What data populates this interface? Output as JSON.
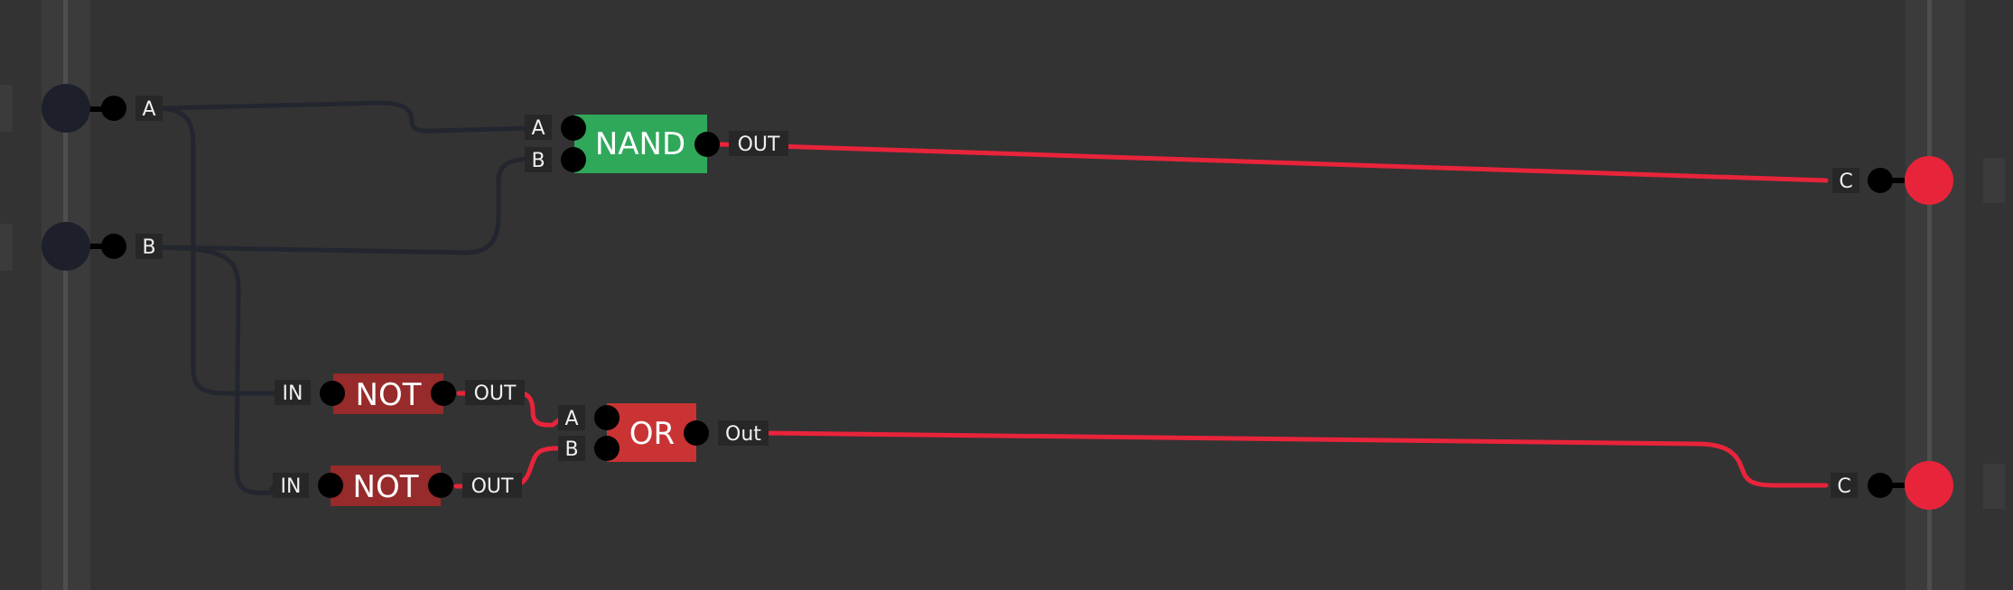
{
  "colors": {
    "background": "#333333",
    "rail": "#3b3b3b",
    "rail_line": "#4e4e4e",
    "wire_off": "#23262f",
    "wire_on": "#e8243b",
    "label_bg": "#272727",
    "nand_gate": "#2fa85a",
    "not_gate": "#972a2a",
    "or_gate": "#c93333",
    "input_off": "#1d202a",
    "output_on": "#e8243b",
    "pin": "#000000"
  },
  "inputs": [
    {
      "id": "input-a",
      "label": "A",
      "state": false
    },
    {
      "id": "input-b",
      "label": "B",
      "state": false
    }
  ],
  "outputs": [
    {
      "id": "output-1",
      "label": "C",
      "state": true
    },
    {
      "id": "output-2",
      "label": "C",
      "state": true
    }
  ],
  "gates": [
    {
      "id": "nand",
      "type": "NAND",
      "title": "NAND",
      "inputs": [
        "A",
        "B"
      ],
      "output": "OUT"
    },
    {
      "id": "not1",
      "type": "NOT",
      "title": "NOT",
      "inputs": [
        "IN"
      ],
      "output": "OUT"
    },
    {
      "id": "not2",
      "type": "NOT",
      "title": "NOT",
      "inputs": [
        "IN"
      ],
      "output": "OUT"
    },
    {
      "id": "or",
      "type": "OR",
      "title": "OR",
      "inputs": [
        "A",
        "B"
      ],
      "output": "Out"
    }
  ],
  "wires": [
    {
      "from": "input-a",
      "to": "nand.A",
      "state": false
    },
    {
      "from": "input-b",
      "to": "nand.B",
      "state": false
    },
    {
      "from": "input-a",
      "to": "not1.IN",
      "state": false
    },
    {
      "from": "input-b",
      "to": "not2.IN",
      "state": false
    },
    {
      "from": "nand.OUT",
      "to": "output-1",
      "state": true
    },
    {
      "from": "not1.OUT",
      "to": "or.A",
      "state": true
    },
    {
      "from": "not2.OUT",
      "to": "or.B",
      "state": true
    },
    {
      "from": "or.Out",
      "to": "output-2",
      "state": true
    }
  ]
}
